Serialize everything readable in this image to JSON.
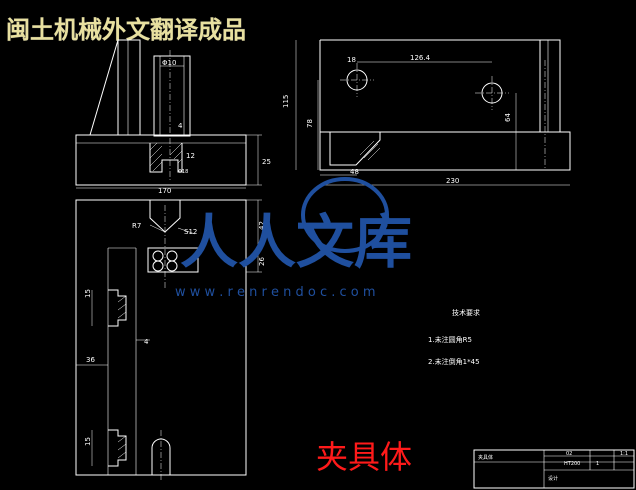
{
  "header": {
    "title": "闽土机械外文翻译成品"
  },
  "watermark": {
    "brand": "人人文库",
    "url": "w w w . r e n r e n d o c . c o m"
  },
  "part_title": "夹具体",
  "technical_requirements": {
    "heading": "技术要求",
    "items": [
      "1.未注圆角R5",
      "2.未注倒角1*45"
    ]
  },
  "dimensions": {
    "front": {
      "d1": "Φ10",
      "d2": "Φ18",
      "d3": "4",
      "d4": "12",
      "d5": "25",
      "d6": "170"
    },
    "side": {
      "d1": "18",
      "d2": "126.4",
      "d3": "115",
      "d4": "78",
      "d5": "64",
      "d6": "48",
      "d7": "230"
    },
    "plan": {
      "d1": "R7",
      "d2": "S12",
      "d3": "42",
      "d4": "26",
      "d5": "15",
      "d6": "36",
      "d7": "4",
      "d8": "15"
    }
  },
  "title_block": {
    "name": "夹具体",
    "material": "HT200",
    "scale": "1:1",
    "quantity": "1",
    "sheet": "02",
    "drawn_by": "设计"
  }
}
